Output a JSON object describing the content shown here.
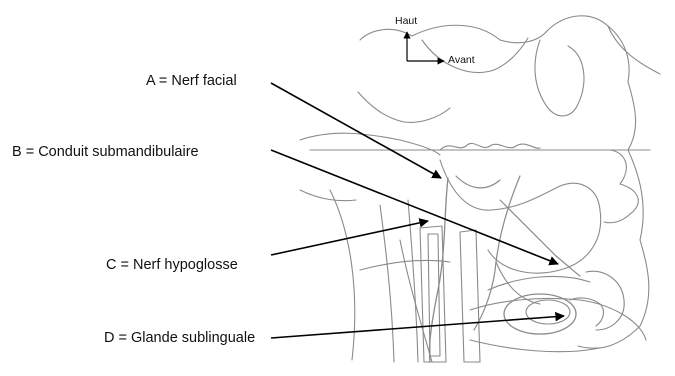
{
  "orientation": {
    "up_label": "Haut",
    "forward_label": "Avant"
  },
  "labels": {
    "a": "A = Nerf facial",
    "b": "B = Conduit submandibulaire",
    "c": "C = Nerf hypoglosse",
    "d": "D = Glande sublinguale"
  },
  "colors": {
    "sketch": "#8a8a8a",
    "leader": "#000000"
  }
}
